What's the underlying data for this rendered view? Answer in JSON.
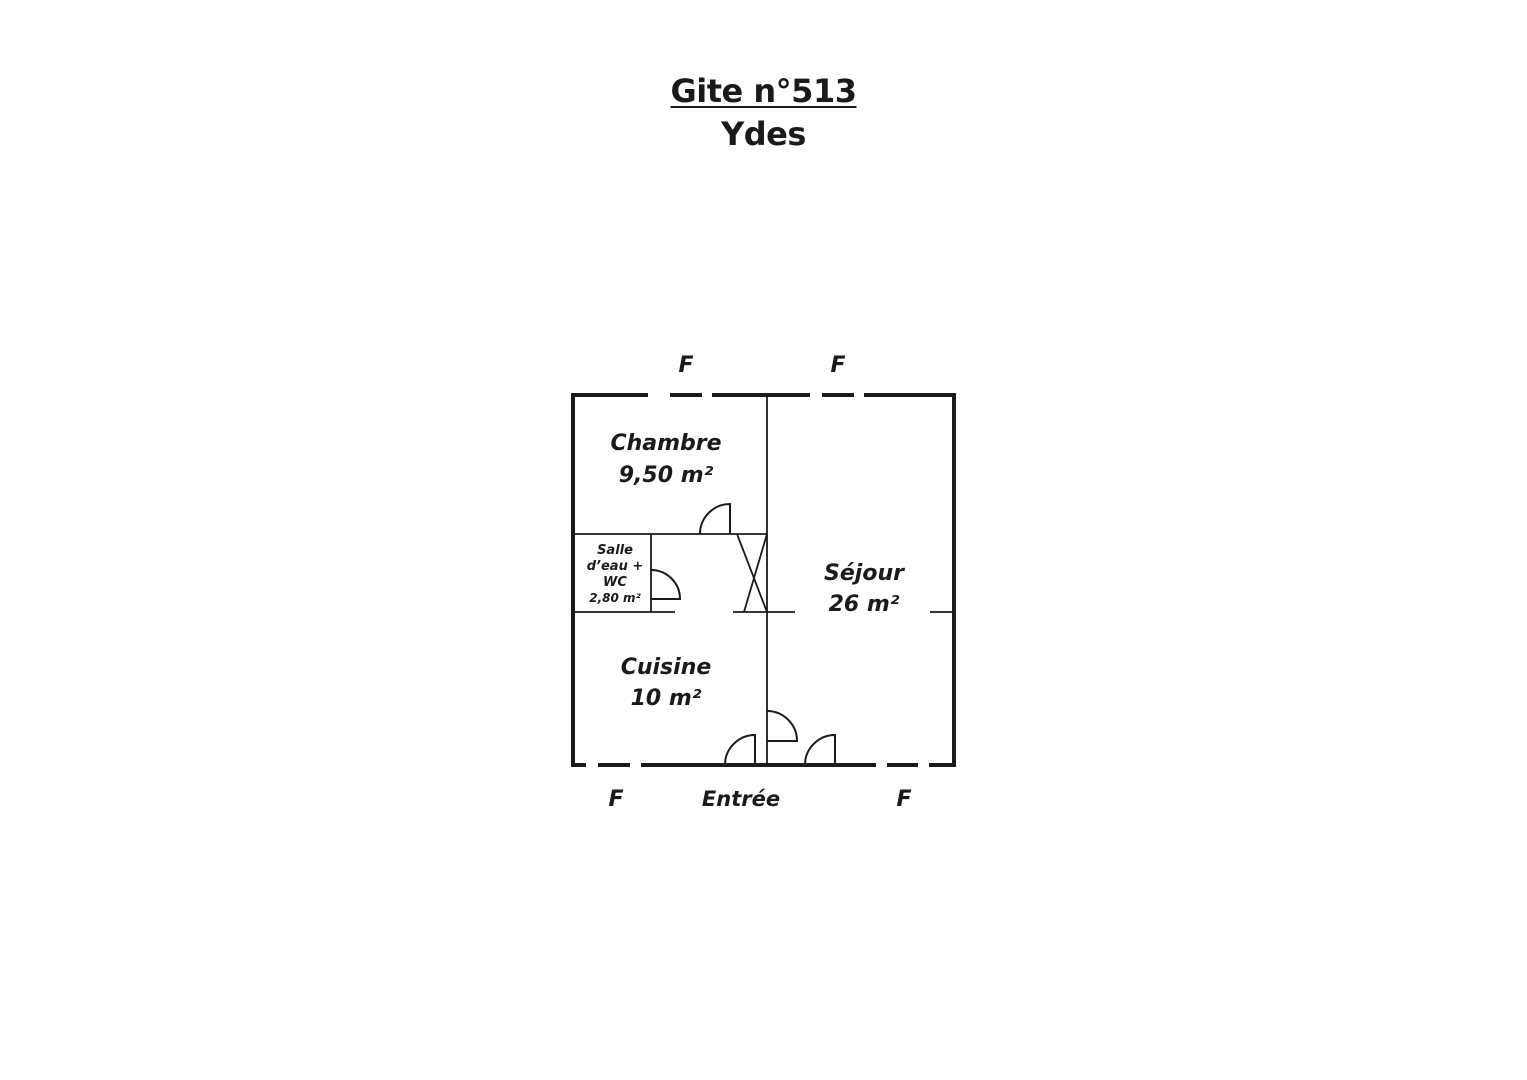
{
  "header": {
    "title": "Gite n°513",
    "subtitle": "Ydes"
  },
  "rooms": {
    "chambre": {
      "name": "Chambre",
      "area": "9,50 m²"
    },
    "salle": {
      "line1": "Salle",
      "line2": "d’eau +",
      "line3": "WC",
      "area": "2,80 m²"
    },
    "sejour": {
      "name": "Séjour",
      "area": "26 m²"
    },
    "cuisine": {
      "name": "Cuisine",
      "area": "10 m²"
    }
  },
  "openings": {
    "window_label": "F",
    "entrance_label": "Entrée"
  }
}
